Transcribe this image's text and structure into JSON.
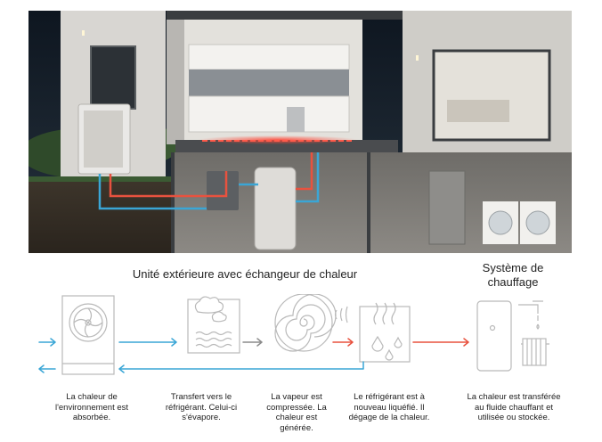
{
  "headings": {
    "outdoor_unit": "Unité extérieure avec échangeur de chaleur",
    "heating_system": "Système de chauffage"
  },
  "captions": [
    "La chaleur de l'environnement est absorbée.",
    "Transfert vers le réfrigérant. Celui-ci s'évapore.",
    "La vapeur est compressée. La chaleur est générée.",
    "Le réfrigérant est à nouveau liquéfié. Il dégage de la chaleur.",
    "La chaleur est transférée au fluide chauffant et utilisée ou stockée."
  ],
  "colors": {
    "warm_pipe": "#e8523f",
    "cold_pipe": "#3aa6d6",
    "line_art": "#b9b9b9",
    "night_sky": "#1b2530"
  },
  "icons": [
    "outdoor-heat-pump-unit-icon",
    "evaporator-icon",
    "compressor-icon",
    "condenser-icon",
    "heating-system-icon"
  ]
}
